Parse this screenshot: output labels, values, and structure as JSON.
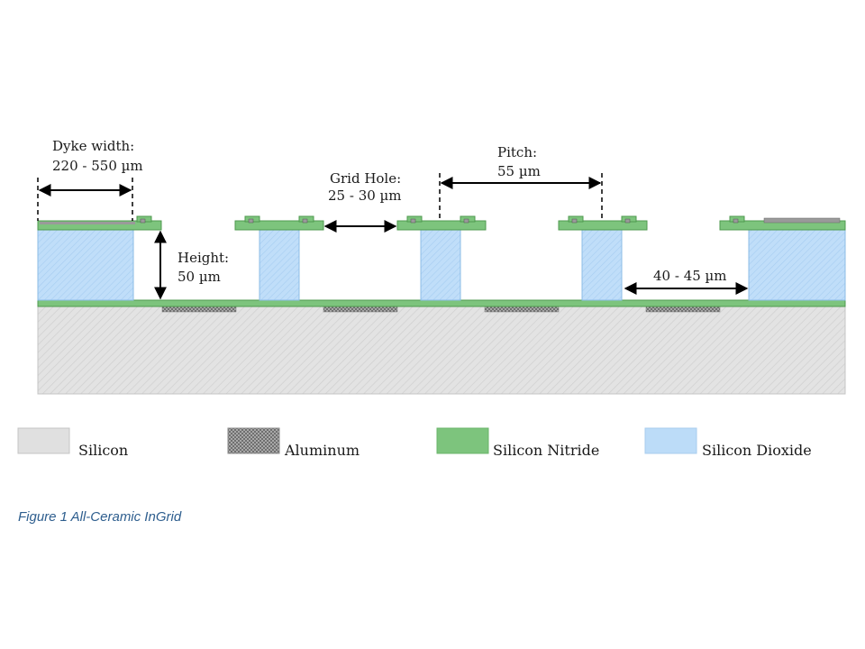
{
  "annotations": {
    "dyke_width": {
      "line1": "Dyke width:",
      "line2": "220 - 550 µm"
    },
    "grid_hole": {
      "line1": "Grid Hole:",
      "line2": "25 - 30 µm"
    },
    "pitch": {
      "line1": "Pitch:",
      "line2": "55 µm"
    },
    "height": {
      "line1": "Height:",
      "line2": "50 µm"
    },
    "gap": "40 - 45 µm"
  },
  "legend": [
    {
      "label": "Silicon",
      "material": "silicon",
      "color": "#e0e0e0"
    },
    {
      "label": "Aluminum",
      "material": "aluminum",
      "color": "#9a9a9a"
    },
    {
      "label": "Silicon Nitride",
      "material": "silicon-nitride",
      "color": "#7dc47d"
    },
    {
      "label": "Silicon Dioxide",
      "material": "silicon-dioxide",
      "color": "#bcdcf8"
    }
  ],
  "caption": "Figure 1 All-Ceramic InGrid"
}
